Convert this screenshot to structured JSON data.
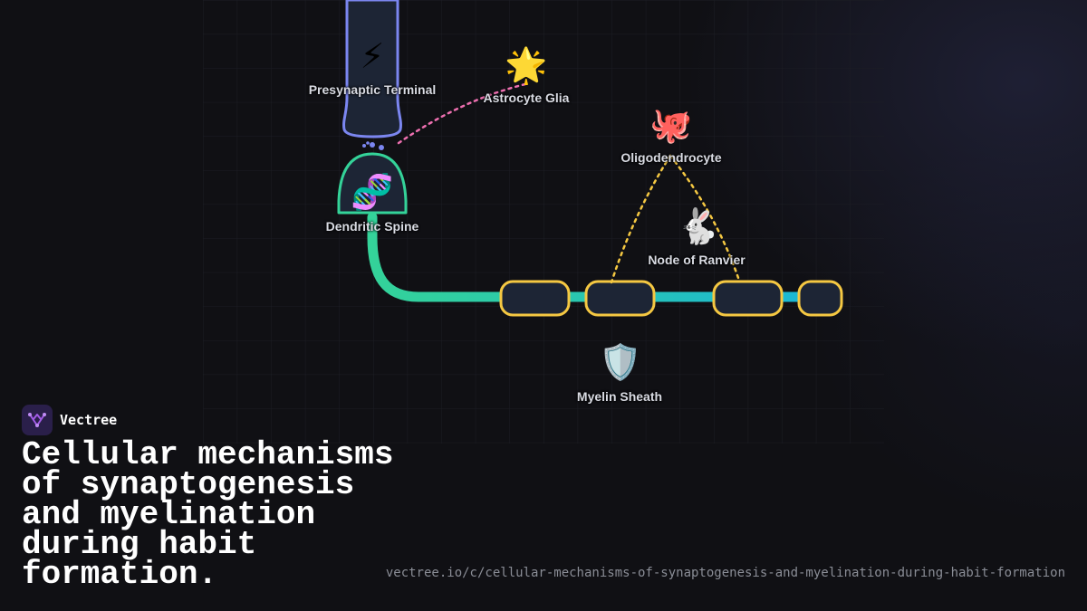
{
  "brand": {
    "name": "Vectree",
    "logo_icon": "vectree-logo-icon"
  },
  "title": "Cellular mechanisms of synaptogenesis and myelination during habit formation.",
  "url": "vectree.io/c/cellular-mechanisms-of-synaptogenesis-and-myelination-during-habit-formation",
  "diagram": {
    "nodes": [
      {
        "id": "presynaptic-terminal",
        "label": "Presynaptic Terminal",
        "icon": "⚡",
        "icon_name": "lightning-icon"
      },
      {
        "id": "astrocyte-glia",
        "label": "Astrocyte Glia",
        "icon": "🌟",
        "icon_name": "glowing-star-icon"
      },
      {
        "id": "oligodendrocyte",
        "label": "Oligodendrocyte",
        "icon": "🐙",
        "icon_name": "octopus-icon"
      },
      {
        "id": "dendritic-spine",
        "label": "Dendritic Spine",
        "icon": "🧬",
        "icon_name": "dna-icon"
      },
      {
        "id": "node-of-ranvier",
        "label": "Node of Ranvier",
        "icon": "🐇",
        "icon_name": "rabbit-icon"
      },
      {
        "id": "myelin-sheath",
        "label": "Myelin Sheath",
        "icon": "🛡️",
        "icon_name": "shield-icon"
      }
    ],
    "colors": {
      "presynaptic_outline": "#7b86f0",
      "dendrite_stroke": "#34d399",
      "axon_stroke": "#19b5dc",
      "myelin_outline": "#f5c842",
      "astrocyte_link": "#ee6fb0",
      "oligo_link": "#f5c842",
      "vesicles": "#7b86f0"
    }
  }
}
